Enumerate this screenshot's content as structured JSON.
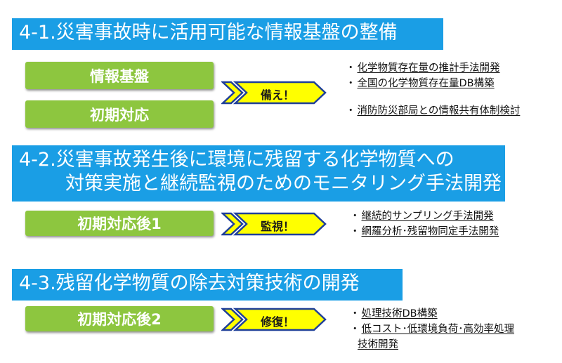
{
  "sections": [
    {
      "title": "4-1.災害事故時に活用可能な情報基盤の整備",
      "boxes": [
        "情報基盤",
        "初期対応"
      ],
      "arrow_label": "備え！",
      "items": [
        {
          "bullet": "・",
          "text": "化学物質存在量の推計手法開発"
        },
        {
          "bullet": "・",
          "text": "全国の化学物質存在量DB構築"
        },
        {
          "bullet": "・",
          "text": "消防防災部局との情報共有体制検討"
        }
      ]
    },
    {
      "title_line1": "4-2.災害事故発生後に環境に残留する化学物質への",
      "title_line2": "対策実施と継続監視のためのモニタリング手法開発",
      "boxes": [
        "初期対応後1"
      ],
      "arrow_label": "監視！",
      "items": [
        {
          "bullet": "・",
          "text": "継続的サンプリング手法開発"
        },
        {
          "bullet": "・",
          "text": "網羅分析･残留物同定手法開発"
        }
      ]
    },
    {
      "title": "4-3.残留化学物質の除去対策技術の開発",
      "boxes": [
        "初期対応後2"
      ],
      "arrow_label": "修復！",
      "items": [
        {
          "bullet": "・",
          "text": "処理技術DB構築"
        },
        {
          "bullet": "・",
          "text": "低コスト･低環境負荷･高効率処理",
          "cont": "技術開発"
        }
      ]
    }
  ],
  "colors": {
    "header": "#1a9ee5",
    "box": "#8dc63f",
    "arrow_fill": "#ffff00",
    "arrow_stroke": "#1f3f99"
  }
}
